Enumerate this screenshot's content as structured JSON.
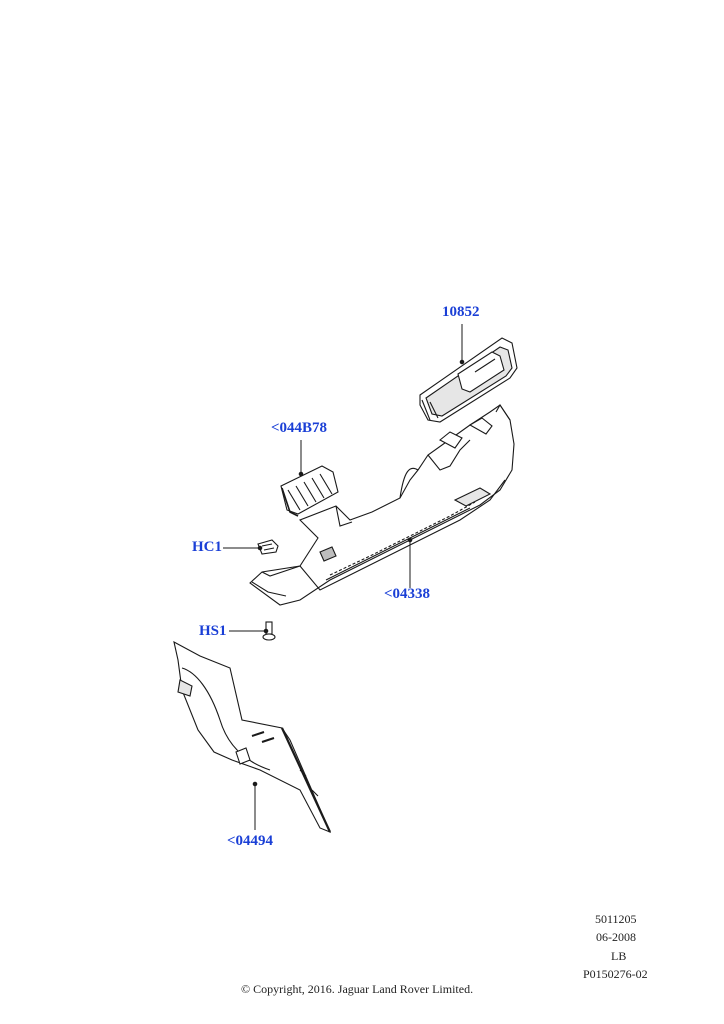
{
  "callouts": {
    "part_10852": "10852",
    "part_044b78": "<044B78",
    "part_hc1": "HC1",
    "part_04338": "<04338",
    "part_hs1": "HS1",
    "part_04494": "<04494"
  },
  "meta": {
    "code": "5011205",
    "date": "06-2008",
    "market": "LB",
    "ref": "P0150276-02"
  },
  "copyright": "© Copyright, 2016. Jaguar Land Rover Limited.",
  "colors": {
    "callout": "#1a3fd6",
    "line": "#1a1a1a",
    "fill": "#ffffff",
    "shade": "#bdbdbd"
  }
}
